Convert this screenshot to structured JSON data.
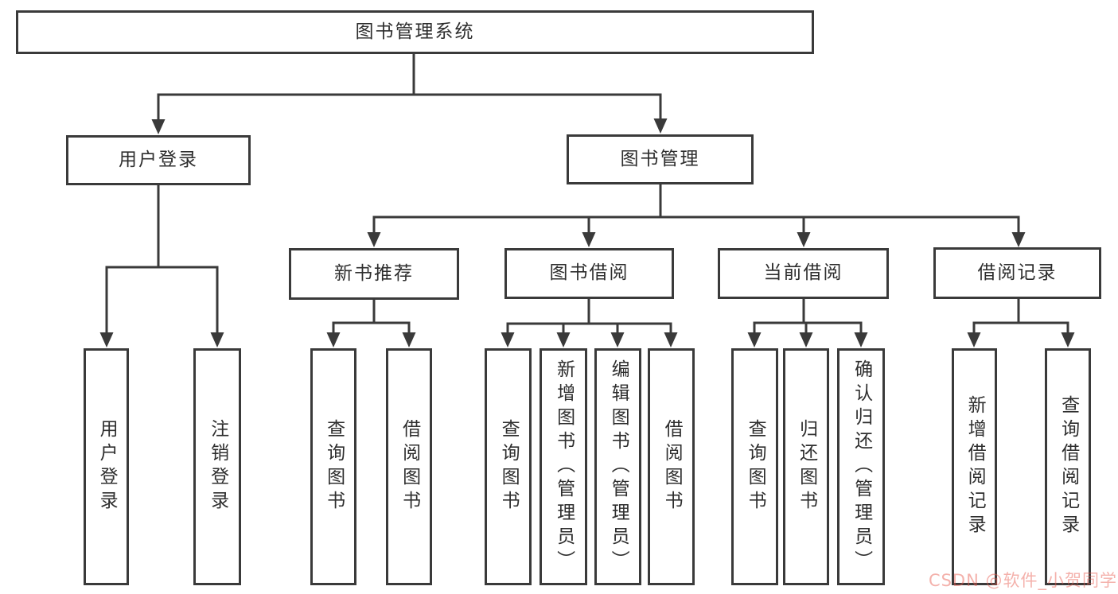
{
  "diagram": {
    "title": "图书管理系统",
    "watermark": "CSDN @软件_小贺同学",
    "colors": {
      "line": "#3a3a3a",
      "box_border": "#3a3a3a",
      "text": "#2e2e2e",
      "background": "#ffffff",
      "watermark": "#e95d50"
    },
    "nodes": [
      {
        "id": "root",
        "label": "图书管理系统",
        "orientation": "horizontal",
        "level": 1
      },
      {
        "id": "userLoginGroup",
        "label": "用户登录",
        "orientation": "horizontal",
        "level": 2
      },
      {
        "id": "bookMgmt",
        "label": "图书管理",
        "orientation": "horizontal",
        "level": 2
      },
      {
        "id": "newBookRec",
        "label": "新书推荐",
        "orientation": "horizontal",
        "level": 3
      },
      {
        "id": "bookBorrow",
        "label": "图书借阅",
        "orientation": "horizontal",
        "level": 3
      },
      {
        "id": "currentBorrow",
        "label": "当前借阅",
        "orientation": "horizontal",
        "level": 3
      },
      {
        "id": "borrowRecords",
        "label": "借阅记录",
        "orientation": "horizontal",
        "level": 3
      },
      {
        "id": "userLogin",
        "label": "用户登录",
        "orientation": "vertical",
        "level": 4
      },
      {
        "id": "logout",
        "label": "注销登录",
        "orientation": "vertical",
        "level": 4
      },
      {
        "id": "queryBook1",
        "label": "查询图书",
        "orientation": "vertical",
        "level": 4
      },
      {
        "id": "borrowBook1",
        "label": "借阅图书",
        "orientation": "vertical",
        "level": 4
      },
      {
        "id": "queryBook2",
        "label": "查询图书",
        "orientation": "vertical",
        "level": 4
      },
      {
        "id": "addBook",
        "label": "新增图书（管理员）",
        "orientation": "vertical",
        "level": 4
      },
      {
        "id": "editBook",
        "label": "编辑图书（管理员）",
        "orientation": "vertical",
        "level": 4
      },
      {
        "id": "borrowBook2",
        "label": "借阅图书",
        "orientation": "vertical",
        "level": 4
      },
      {
        "id": "queryBook3",
        "label": "查询图书",
        "orientation": "vertical",
        "level": 4
      },
      {
        "id": "returnBook",
        "label": "归还图书",
        "orientation": "vertical",
        "level": 4
      },
      {
        "id": "confirmReturn",
        "label": "确认归还（管理员）",
        "orientation": "vertical",
        "level": 4
      },
      {
        "id": "addBorrowRecord",
        "label": "新增借阅记录",
        "orientation": "vertical",
        "level": 4
      },
      {
        "id": "queryBorrowRecord",
        "label": "查询借阅记录",
        "orientation": "vertical",
        "level": 4
      }
    ],
    "structure": {
      "root": [
        "userLoginGroup",
        "bookMgmt"
      ],
      "userLoginGroup": [
        "userLogin",
        "logout"
      ],
      "bookMgmt": [
        "newBookRec",
        "bookBorrow",
        "currentBorrow",
        "borrowRecords"
      ],
      "newBookRec": [
        "queryBook1",
        "borrowBook1"
      ],
      "bookBorrow": [
        "queryBook2",
        "addBook",
        "editBook",
        "borrowBook2"
      ],
      "currentBorrow": [
        "queryBook3",
        "returnBook",
        "confirmReturn"
      ],
      "borrowRecords": [
        "addBorrowRecord",
        "queryBorrowRecord"
      ]
    }
  }
}
